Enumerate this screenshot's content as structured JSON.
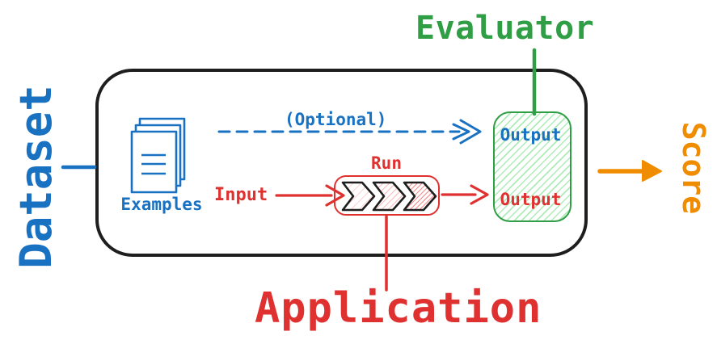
{
  "title": "Dataset evaluation flow diagram",
  "labels": {
    "dataset": "Dataset",
    "evaluator": "Evaluator",
    "application": "Application",
    "score": "Score",
    "examples": "Examples",
    "optional": "(Optional)",
    "input": "Input",
    "run": "Run",
    "output_top": "Output",
    "output_bottom": "Output"
  },
  "colors": {
    "dataset_blue": "#1971c2",
    "application_red": "#e03131",
    "evaluator_green": "#2f9e44",
    "score_orange": "#f08c00",
    "container_black": "#1e1e1e",
    "green_hatch": "#69db7c",
    "red_hatch_light": "#ffc9c9",
    "red_hatch_mid": "#ffa8a8",
    "red_hatch_dense": "#fa7a7a"
  },
  "icons": {
    "examples": "stacked-documents-icon",
    "run_pipeline": "triple-chevron-icon",
    "optional_flow": "dashed-arrow-right-icon",
    "input_flow": "arrow-right-icon",
    "run_output_flow": "arrow-right-icon",
    "score_flow": "solid-arrow-right-icon"
  }
}
